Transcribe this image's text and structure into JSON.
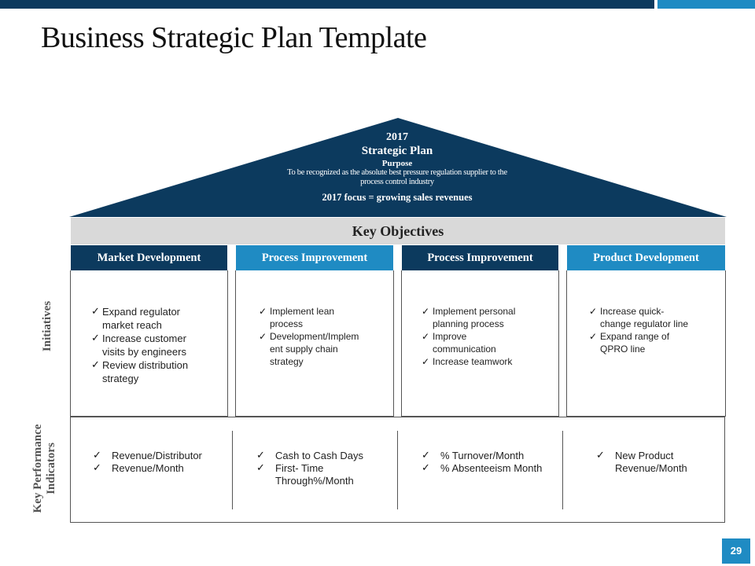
{
  "title": "Business Strategic Plan Template",
  "roof": {
    "year": "2017",
    "plan": "Strategic Plan",
    "purpose_label": "Purpose",
    "purpose_line1": "To be recognized as the absolute best pressure regulation supplier to the",
    "purpose_line2": "process control industry",
    "focus": "2017 focus = growing sales revenues"
  },
  "key_objectives": "Key Objectives",
  "side_labels": {
    "initiatives": "Initiatives",
    "kpi_line1": "Key Performance",
    "kpi_line2": "Indicators"
  },
  "columns": [
    {
      "header": "Market Development",
      "initiatives": [
        [
          "Expand regulator",
          "market reach"
        ],
        [
          "Increase customer",
          "visits by engineers"
        ],
        [
          "Review distribution",
          "strategy"
        ]
      ],
      "kpis": [
        [
          "Revenue/Distributor"
        ],
        [
          "Revenue/Month"
        ]
      ]
    },
    {
      "header": "Process Improvement",
      "initiatives": [
        [
          "Implement lean",
          "process"
        ],
        [
          "Development/Implem",
          "ent supply chain",
          "strategy"
        ]
      ],
      "kpis": [
        [
          "Cash to Cash Days"
        ],
        [
          "First- Time",
          "Through%/Month"
        ]
      ]
    },
    {
      "header": "Process Improvement",
      "initiatives": [
        [
          "Implement personal",
          "planning process"
        ],
        [
          "Improve",
          "communication"
        ],
        [
          "Increase teamwork"
        ]
      ],
      "kpis": [
        [
          "% Turnover/Month"
        ],
        [
          "% Absenteeism Month"
        ]
      ]
    },
    {
      "header": "Product Development",
      "initiatives": [
        [
          "Increase quick-",
          "change regulator line"
        ],
        [
          "Expand range of",
          "QPRO line"
        ]
      ],
      "kpis": [
        [
          "New Product",
          "Revenue/Month"
        ]
      ]
    }
  ],
  "colors": {
    "dark_blue": "#0c3a5e",
    "light_blue": "#1f8bc3",
    "gray_band": "#d9d9d9"
  },
  "page_number": "29"
}
